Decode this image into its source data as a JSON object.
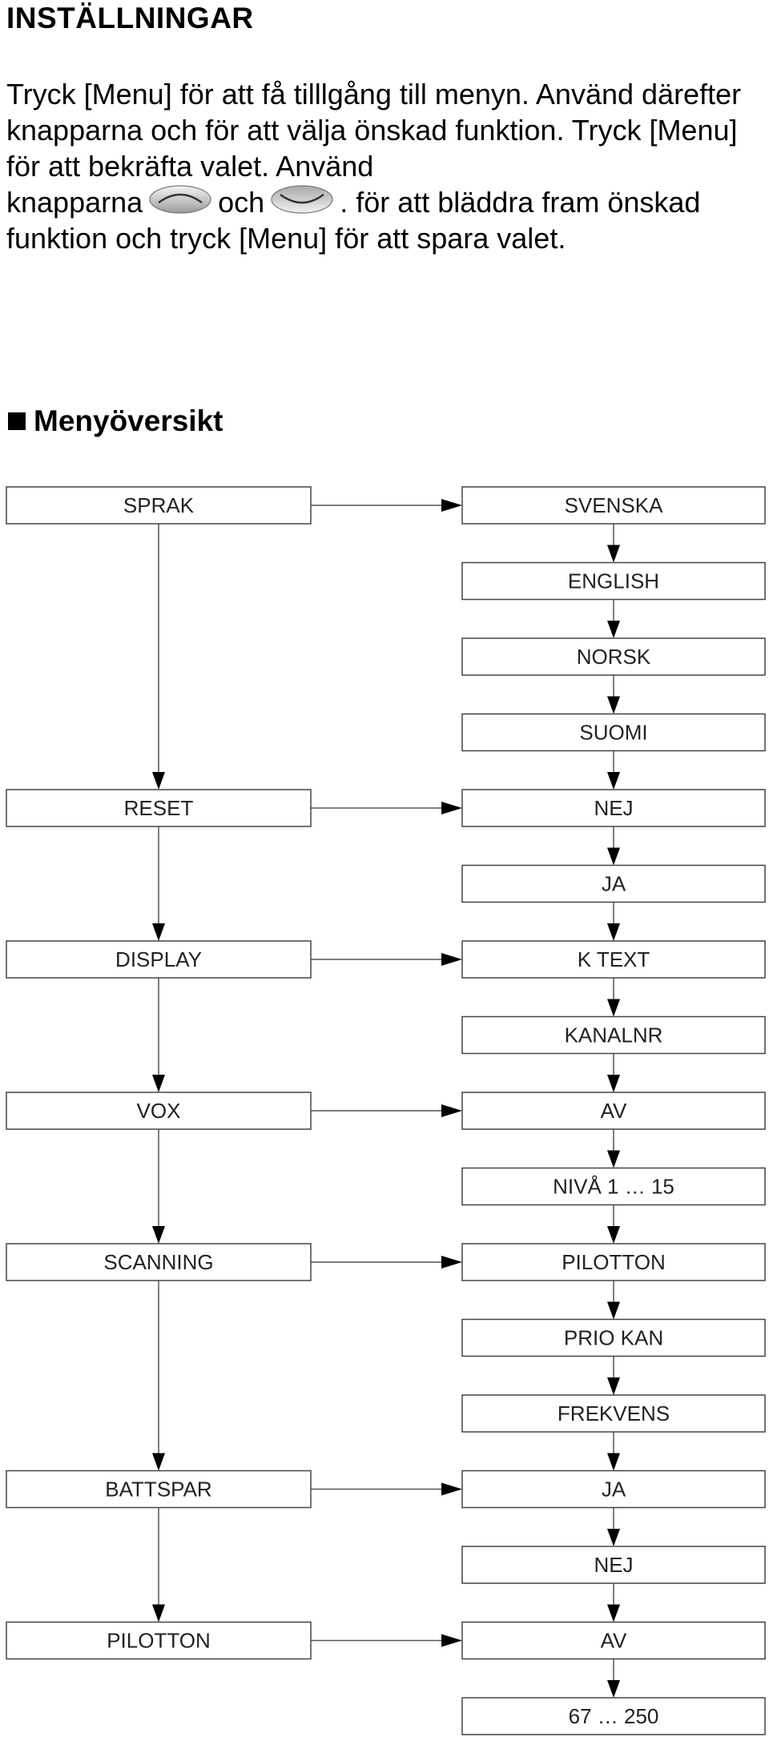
{
  "title": "INSTÄLLNINGAR",
  "intro": {
    "line1": "Tryck [Menu] för att få tilllgång till menyn. Använd därefter knapparna och för att välja önskad funktion. Tryck [Menu] för att bekräfta valet. Använd",
    "line2a": "knapparna",
    "line2b": "och",
    "line2c": ". för att bläddra fram önskad funktion och tryck [Menu] för att spara valet.",
    "icons": [
      "up-button-icon",
      "down-button-icon"
    ]
  },
  "section_title": "Menyöversikt",
  "menu": {
    "left": [
      "SPRAK",
      "RESET",
      "DISPLAY",
      "VOX",
      "SCANNING",
      "BATTSPAR",
      "PILOTTON"
    ],
    "right": [
      "SVENSKA",
      "ENGLISH",
      "NORSK",
      "SUOMI",
      "NEJ",
      "JA",
      "K TEXT",
      "KANALNR",
      "AV",
      "NIVÅ 1 … 15",
      "PILOTTON",
      "PRIO KAN",
      "FREKVENS",
      "JA",
      "NEJ",
      "AV",
      "67 … 250"
    ],
    "links": [
      [
        0,
        0
      ],
      [
        1,
        4
      ],
      [
        2,
        6
      ],
      [
        3,
        8
      ],
      [
        4,
        10
      ],
      [
        5,
        13
      ],
      [
        6,
        15
      ]
    ]
  }
}
